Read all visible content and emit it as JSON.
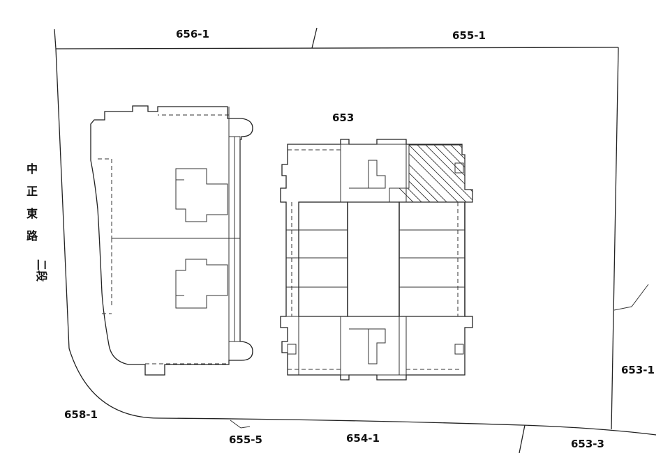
{
  "parcels": {
    "main": "653",
    "top_left": "656-1",
    "top_right": "655-1",
    "right": "653-1",
    "bottom_right": "653-3",
    "bottom_center": "654-1",
    "bottom_mid_left": "655-5",
    "bottom_left": "658-1"
  },
  "road": {
    "chars": [
      "中",
      "正",
      "東",
      "路",
      "二段"
    ]
  }
}
